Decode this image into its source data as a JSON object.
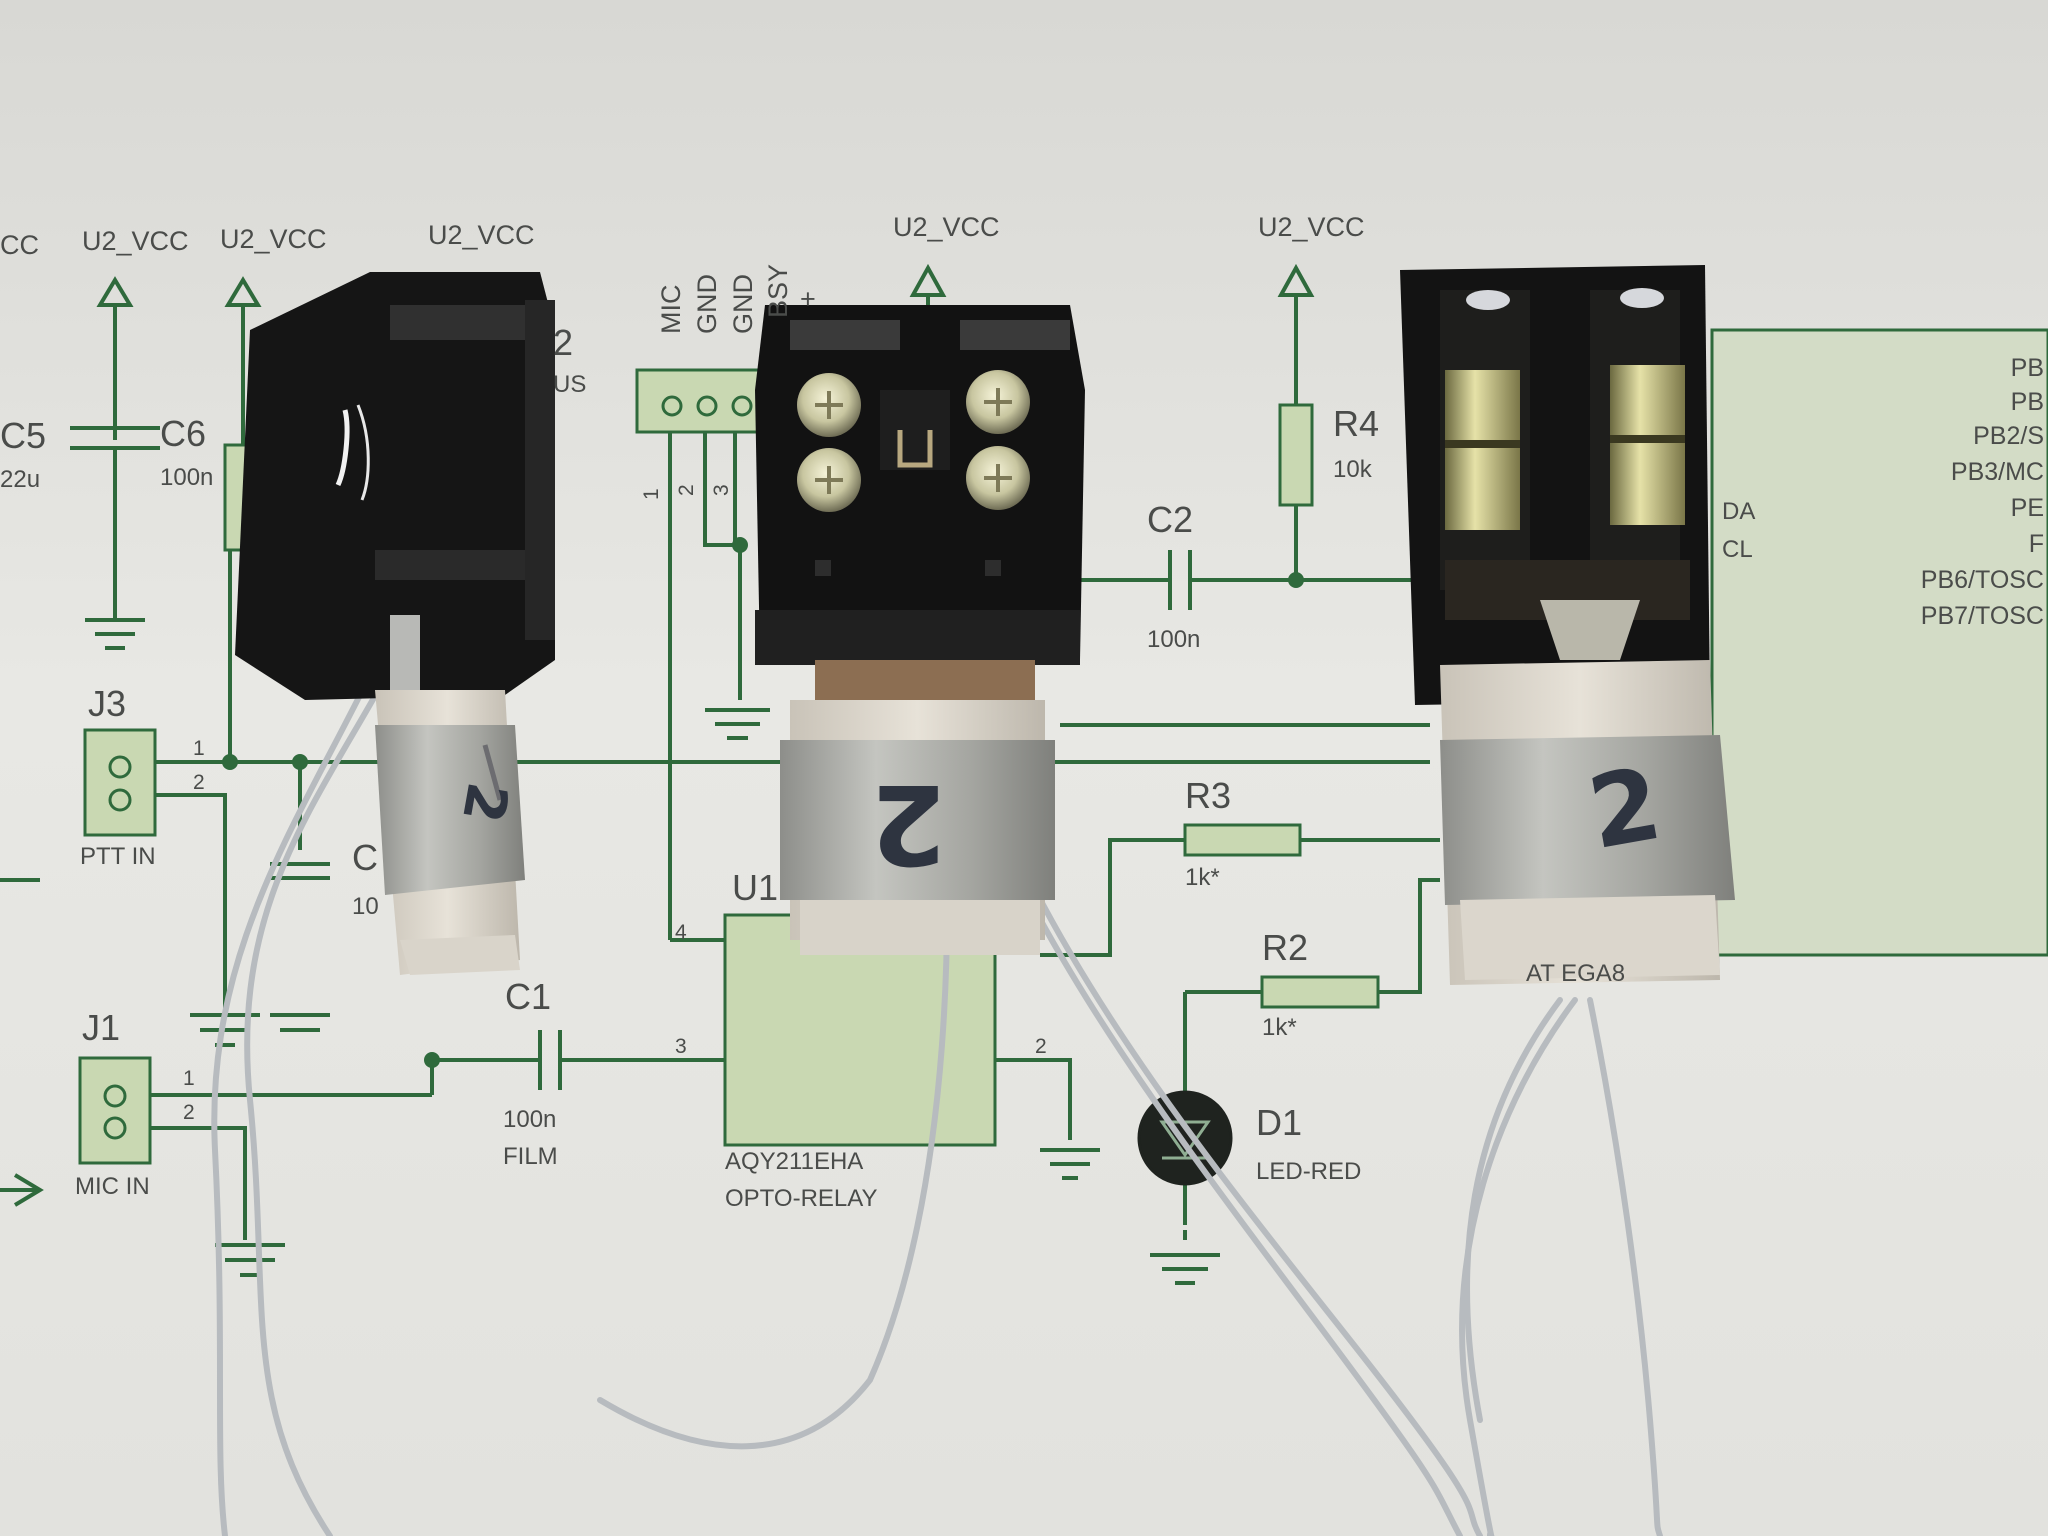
{
  "schematic": {
    "power": [
      "CC",
      "U2_VCC",
      "U2_VCC",
      "U2_VCC",
      "U2_VCC",
      "U2_VCC"
    ],
    "components": {
      "c5": {
        "ref": "C5",
        "value": "22u"
      },
      "c6": {
        "ref": "C6",
        "value": "100n"
      },
      "c2": {
        "ref": "C2",
        "value": "100n"
      },
      "c1": {
        "ref": "C1",
        "value": "100n",
        "note": "FILM"
      },
      "r4": {
        "ref": "R4",
        "value": "10k"
      },
      "r3": {
        "ref": "R3",
        "value": "1k*"
      },
      "r2": {
        "ref": "R2",
        "value": "1k*"
      },
      "d1": {
        "ref": "D1",
        "value": "LED-RED"
      },
      "u1": {
        "ref": "U1",
        "part": "AQY211EHA",
        "desc": "OPTO-RELAY"
      },
      "j3": {
        "ref": "J3",
        "name": "PTT IN",
        "pins": [
          "1",
          "2"
        ]
      },
      "j1": {
        "ref": "J1",
        "name": "MIC IN",
        "pins": [
          "1",
          "2"
        ]
      },
      "partial": {
        "c_hidden": "C",
        "c_hidden_val": "10",
        "j2_ref": "2",
        "j2_frag": "US",
        "mcu_ref": "AT  ЕGA8"
      }
    },
    "header": {
      "labels": [
        "MIC",
        "GND",
        "GND",
        "BSY",
        "+"
      ],
      "pins": [
        "1",
        "2",
        "3"
      ]
    },
    "u1_pins": [
      "4",
      "3",
      "2"
    ],
    "mcu_pins": [
      "PB",
      "PB",
      "PB2/S",
      "PB3/MC",
      "PE",
      "F",
      "PB6/TOSC",
      "PB7/TOSC"
    ],
    "mcu_fragments": [
      "DA",
      "CL"
    ]
  },
  "handwriting": {
    "marks": [
      "2",
      "2",
      "2"
    ]
  },
  "colors": {
    "paper": "#e6e6e2",
    "trace": "#2f6a3c",
    "component_fill": "#c9d8b2",
    "connector_black": "#141414",
    "sleeve_metal": "#a9aaa5",
    "wire": "#b9bcc0"
  }
}
